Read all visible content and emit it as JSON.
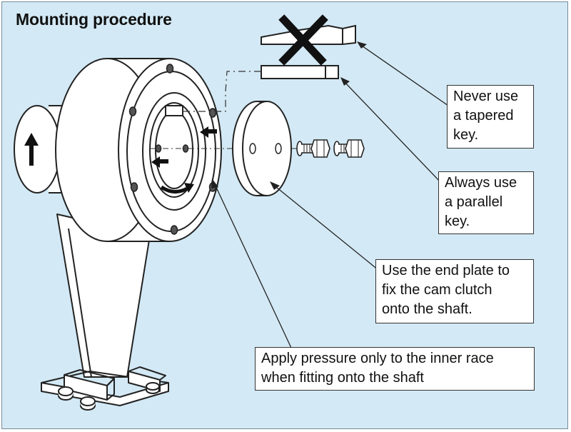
{
  "title": "Mounting procedure",
  "callouts": {
    "tapered_key": [
      "Never use",
      "a tapered",
      "key."
    ],
    "parallel_key": [
      "Always use",
      "a parallel",
      "key."
    ],
    "end_plate": [
      "Use the end plate to",
      "fix the cam clutch",
      "onto the shaft."
    ],
    "inner_race": [
      "Apply pressure only to the inner race",
      "when fitting onto the shaft"
    ]
  },
  "colors": {
    "background": "#d3e9f5",
    "outline": "#222222",
    "part_fill": "#ffffff",
    "cross_mark": "#111111"
  },
  "icons": [
    "cross-mark-icon",
    "rotation-arrow-icon",
    "direction-arrow-icon"
  ]
}
